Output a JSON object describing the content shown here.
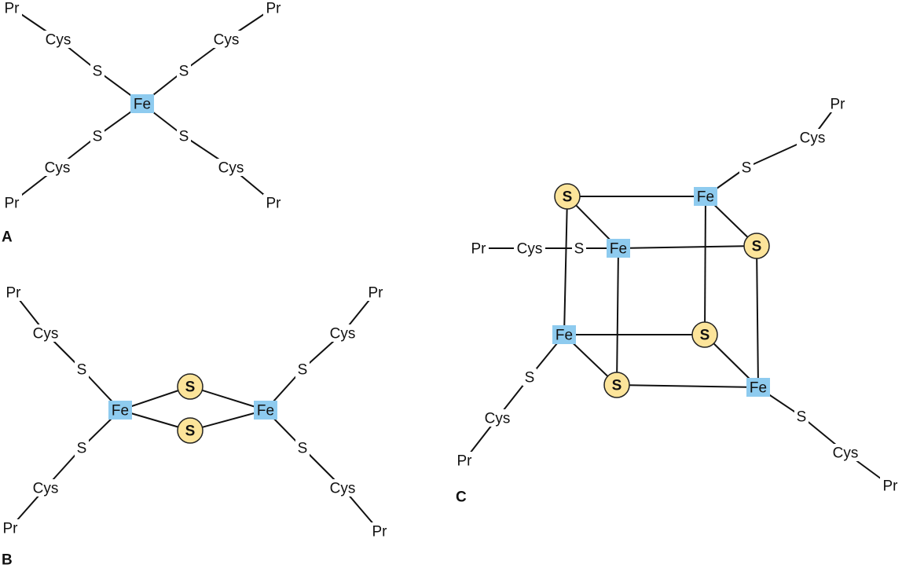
{
  "panels": {
    "A": {
      "label": "A",
      "fe": "Fe",
      "s": "S",
      "cys": "Cys",
      "pr": "Pr"
    },
    "B": {
      "label": "B",
      "fe": "Fe",
      "s": "S",
      "cys": "Cys",
      "pr": "Pr"
    },
    "C": {
      "label": "C",
      "fe": "Fe",
      "s": "S",
      "cys": "Cys",
      "pr": "Pr"
    }
  },
  "colors": {
    "iron": "#8ecbef",
    "sulfur": "#fce49a"
  }
}
